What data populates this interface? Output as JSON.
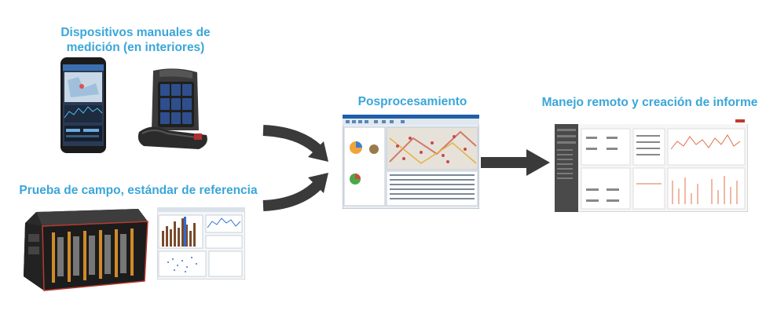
{
  "labels": {
    "manual_line1": "Dispositivos manuales de",
    "manual_line2": "medición (en interiores)",
    "field": "Prueba de campo, estándar de referencia",
    "post": "Posprocesamiento",
    "remote": "Manejo remoto y creación de informe"
  },
  "colors": {
    "label": "#3aa6d9",
    "arrow": "#3a3a3a",
    "accent_red": "#c0392b"
  },
  "icons": {
    "phone": "smartphone-icon",
    "backpack": "backpack-icon",
    "hardware": "measurement-box-icon",
    "reference_software": "software-screenshot-icon",
    "postprocessing_software": "postprocessing-screenshot-icon",
    "dashboard": "dashboard-screenshot-icon"
  }
}
